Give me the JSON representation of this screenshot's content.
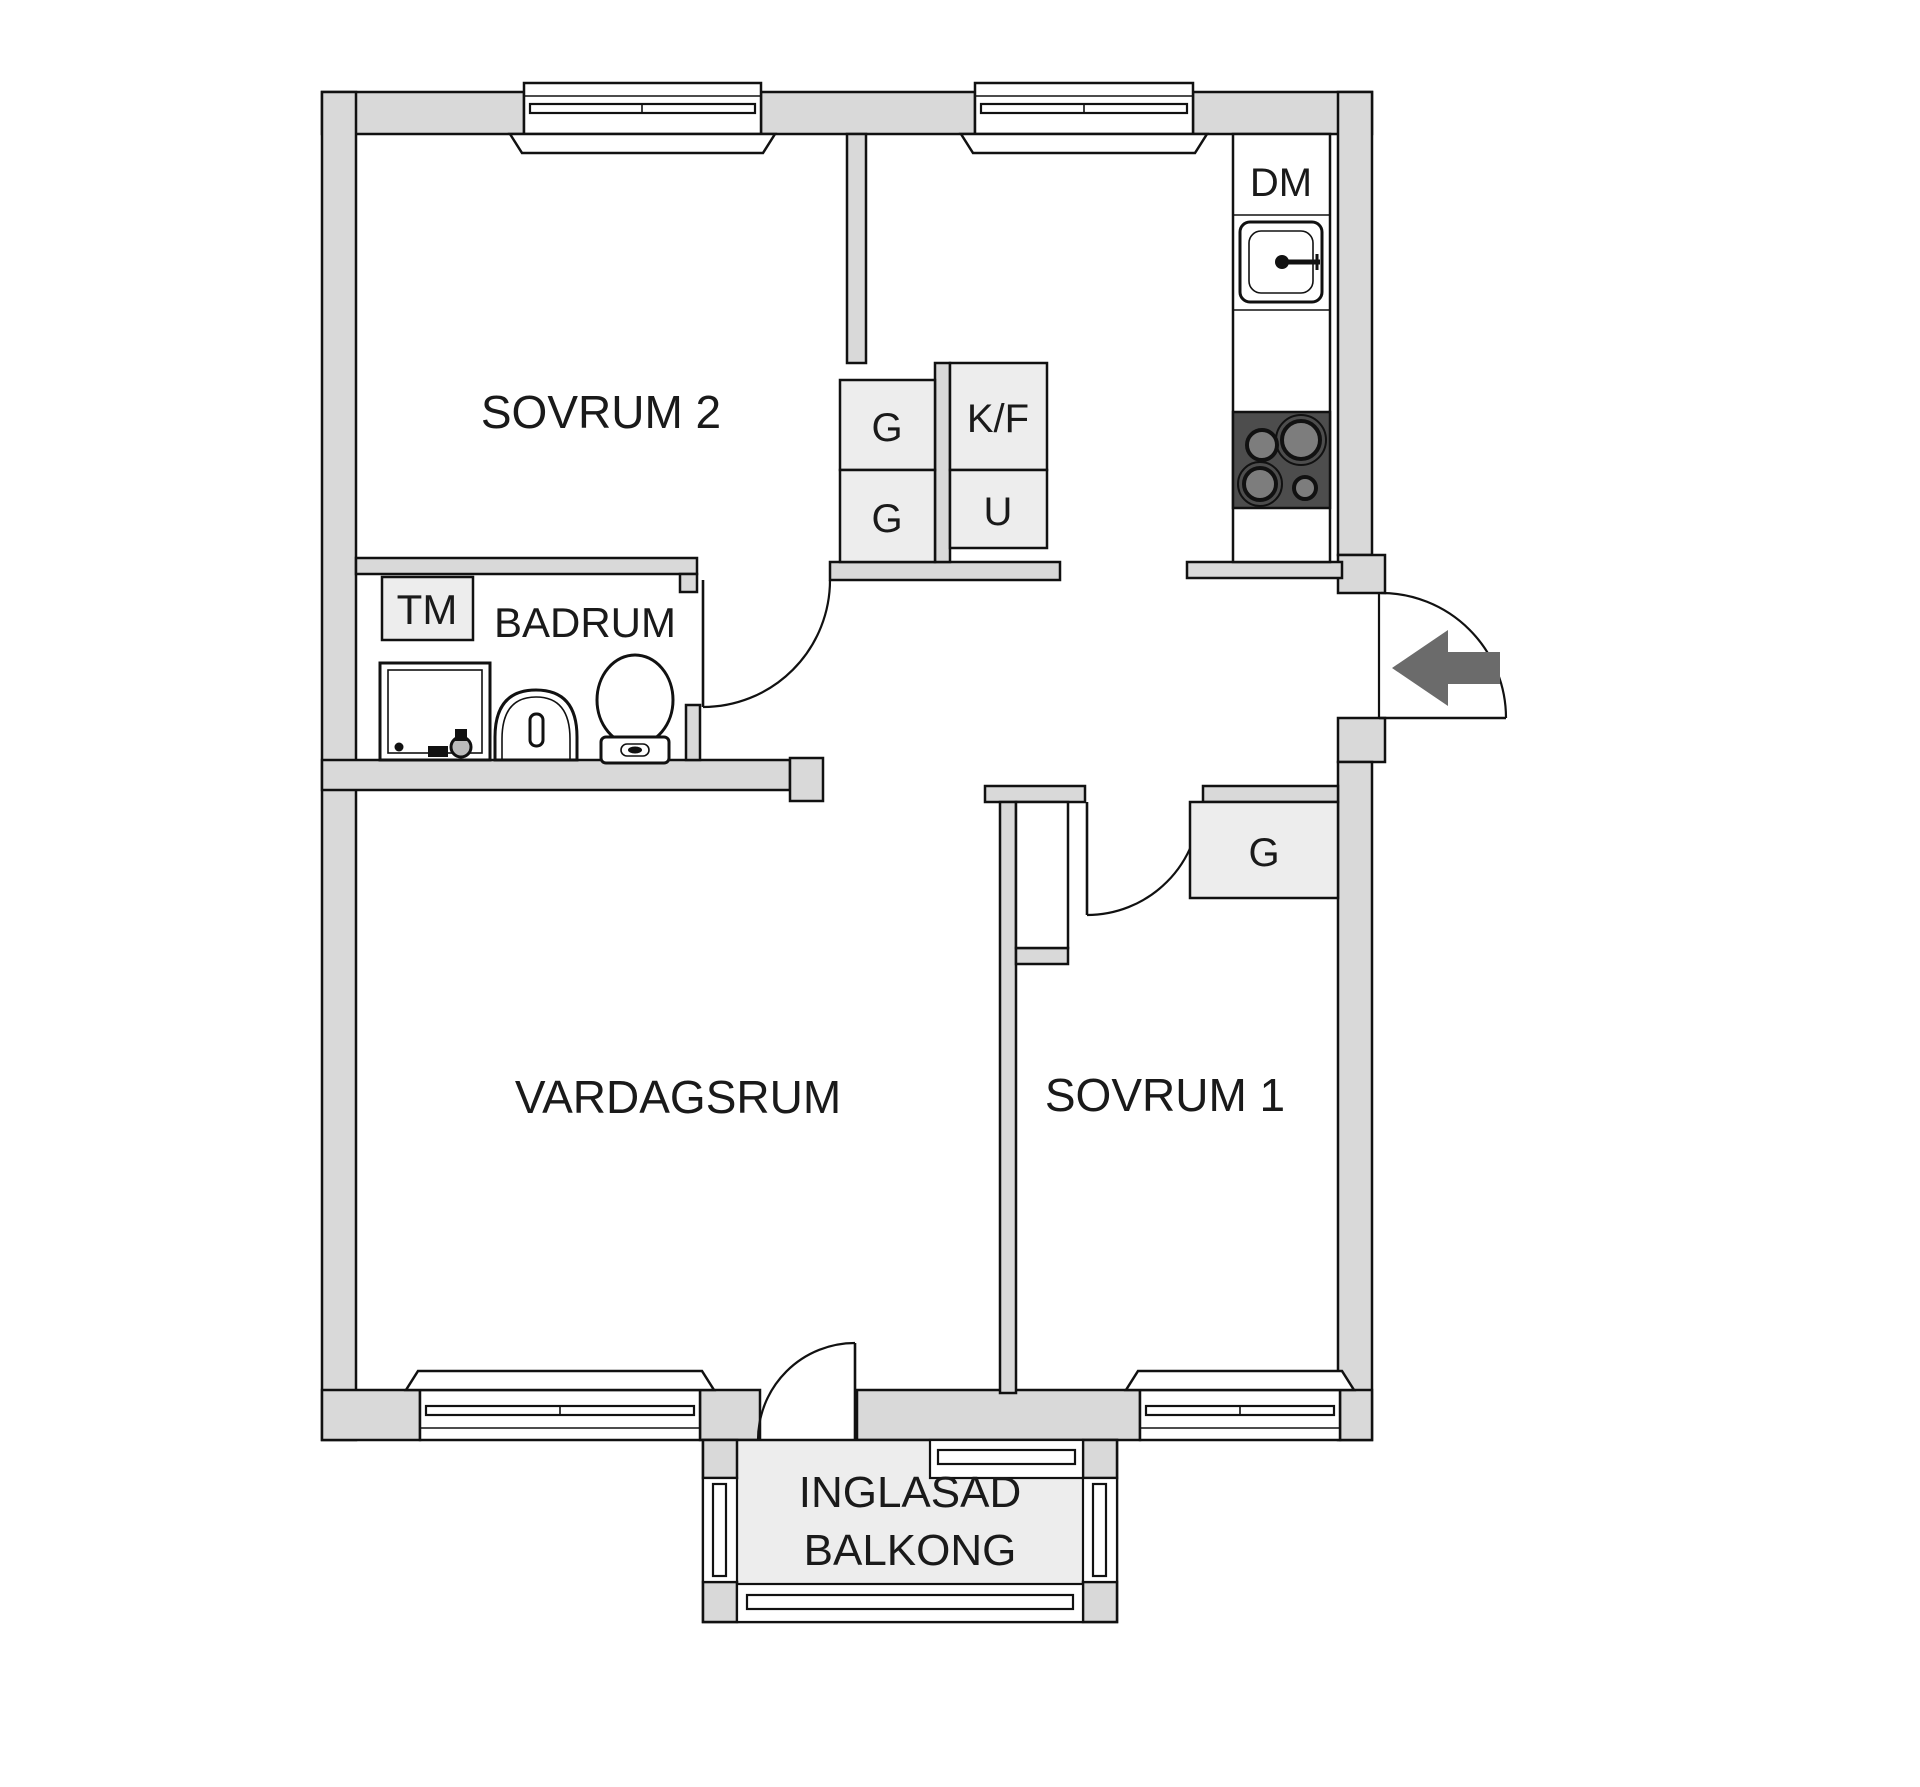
{
  "floorplan": {
    "rooms": {
      "bedroom2": "SOVRUM 2",
      "bedroom1": "SOVRUM 1",
      "living_room": "VARDAGSRUM",
      "bathroom": "BADRUM",
      "balcony_line1": "INGLASAD",
      "balcony_line2": "BALKONG"
    },
    "units": {
      "dishwasher": "DM",
      "washing_machine": "TM",
      "fridge_freezer": "K/F",
      "oven": "U",
      "wardrobe_1": "G",
      "wardrobe_2": "G",
      "wardrobe_bedroom1": "G"
    },
    "colors": {
      "wall": "#d9d9d9",
      "unit_fill": "#ededed",
      "stove": "#4d4d4d",
      "burner": "#7d7d7d",
      "arrow": "#6b6b6b",
      "outline": "#111111"
    }
  }
}
